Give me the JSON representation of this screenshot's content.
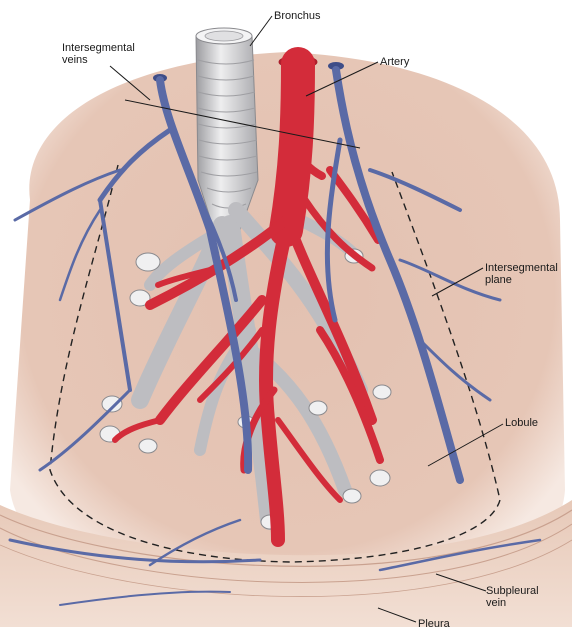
{
  "labels": {
    "bronchus": "Bronchus",
    "intersegmental_veins": "Intersegmental\nveins",
    "artery": "Artery",
    "intersegmental_plane": "Intersegmental\nplane",
    "lobule": "Lobule",
    "subpleural_vein": "Subpleural\nvein",
    "pleura": "Pleura"
  },
  "colors": {
    "lobule_fill": "#e8c8b8",
    "vein": "#5a6aa6",
    "artery": "#d32c3a",
    "bronchus": "#d6d6d8",
    "leader_line": "#1a1a1a"
  }
}
